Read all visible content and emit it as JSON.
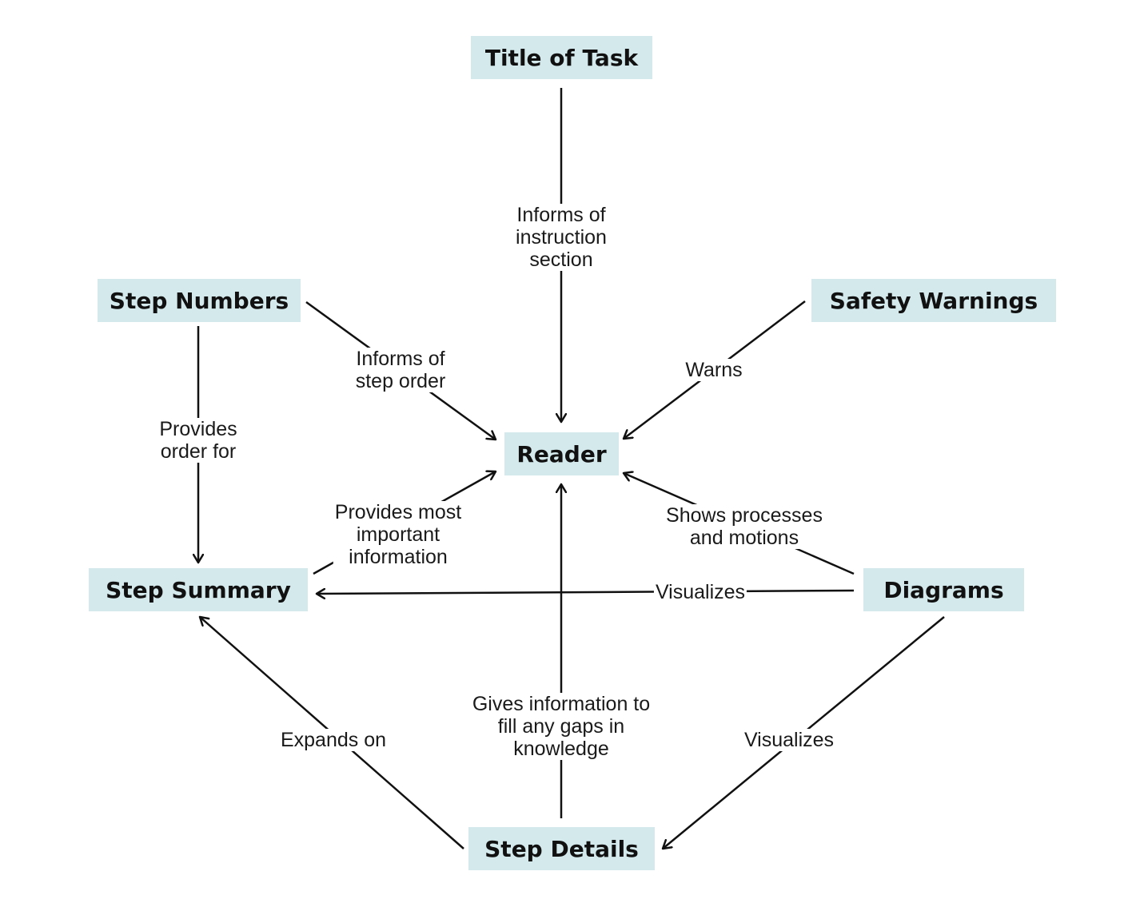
{
  "nodes": {
    "title_of_task": "Title of Task",
    "step_numbers": "Step Numbers",
    "safety_warnings": "Safety Warnings",
    "reader": "Reader",
    "step_summary": "Step Summary",
    "diagrams": "Diagrams",
    "step_details": "Step Details"
  },
  "edges": {
    "title_to_reader": "Informs of\ninstruction\nsection",
    "stepnumbers_to_reader": "Informs of\nstep order",
    "safety_to_reader": "Warns",
    "stepnumbers_to_summary": "Provides\norder for",
    "summary_to_reader": "Provides most\nimportant\ninformation",
    "diagrams_to_reader": "Shows processes\nand motions",
    "diagrams_to_summary": "Visualizes",
    "details_to_reader": "Gives information to\nfill any gaps in\nknowledge",
    "details_to_summary": "Expands on",
    "diagrams_to_details": "Visualizes"
  },
  "colors": {
    "node_fill": "#d3e9ec",
    "line": "#111111"
  }
}
